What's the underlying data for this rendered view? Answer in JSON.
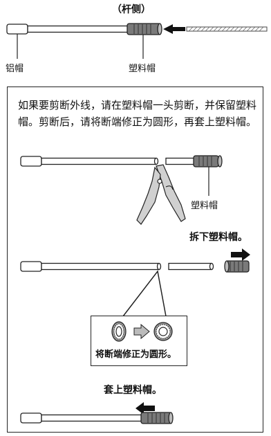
{
  "top": {
    "side_label": "（杆侧）",
    "aluminum_cap_label": "铝帽",
    "plastic_cap_label": "塑料帽"
  },
  "panel": {
    "instruction": "如果要剪断外线，请在塑料帽一头剪断，并保留塑料帽。剪断后，请将断端修正为圆形，再套上塑料帽。",
    "plastic_cap_label": "塑料帽",
    "step_remove": "拆下塑料帽。",
    "step_reshape": "将断端修正为圆形。",
    "step_reattach": "套上塑料帽。"
  },
  "colors": {
    "cap_gray": "#8a8a8a",
    "line": "#222222",
    "arrow": "#111111"
  }
}
